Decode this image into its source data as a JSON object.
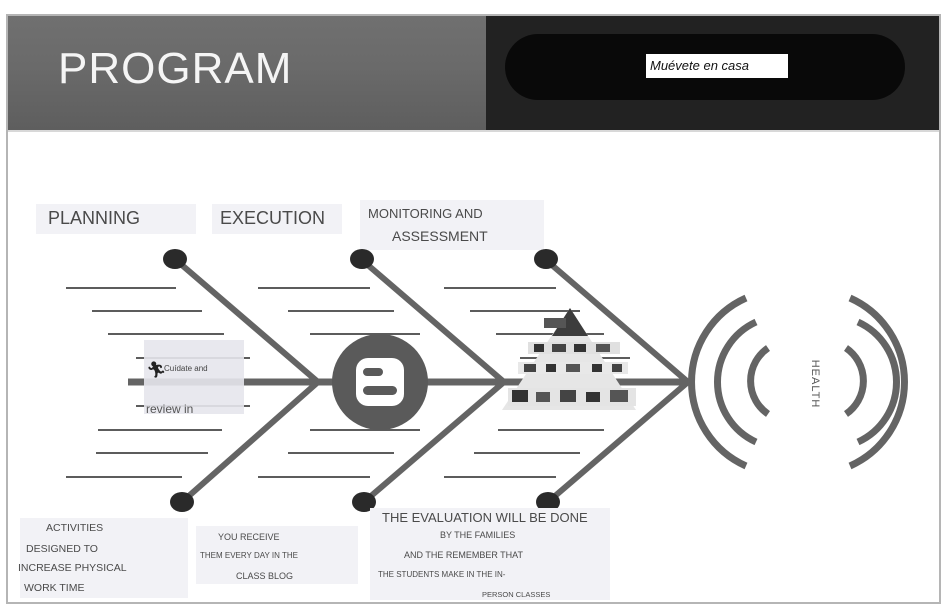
{
  "header": {
    "title": "PROGRAM",
    "tag": "Muévete en casa"
  },
  "diagram": {
    "categories": [
      {
        "id": "planning",
        "label": "PLANNING"
      },
      {
        "id": "execution",
        "label": "EXECUTION"
      },
      {
        "id": "monitoring",
        "label_line1": "MONITORING AND",
        "label_line2": "ASSESSMENT"
      }
    ],
    "effect": "HEALTH",
    "bottom_notes": {
      "planning": [
        "ACTIVITIES",
        "DESIGNED TO",
        "INCREASE PHYSICAL",
        "WORK TIME"
      ],
      "execution": [
        "YOU RECEIVE",
        "THEM EVERY DAY IN THE",
        "CLASS BLOG"
      ],
      "monitoring": [
        "THE EVALUATION WILL BE DONE",
        "BY THE FAMILIES",
        "AND THE REMEMBER THAT",
        "THE STUDENTS MAKE IN THE IN-",
        "PERSON CLASSES"
      ]
    },
    "planning_caption": {
      "line1": "Cuídate and",
      "line2": "review in"
    },
    "icons": {
      "blog": "blogger-icon",
      "food_pyramid": "food-pyramid-icon",
      "runner": "runner-icon",
      "signal": "radio-waves-icon"
    },
    "colors": {
      "spine": "#646464",
      "header_left": "#6a6a6a",
      "header_right": "#222222",
      "text": "#4a4a4a"
    }
  }
}
